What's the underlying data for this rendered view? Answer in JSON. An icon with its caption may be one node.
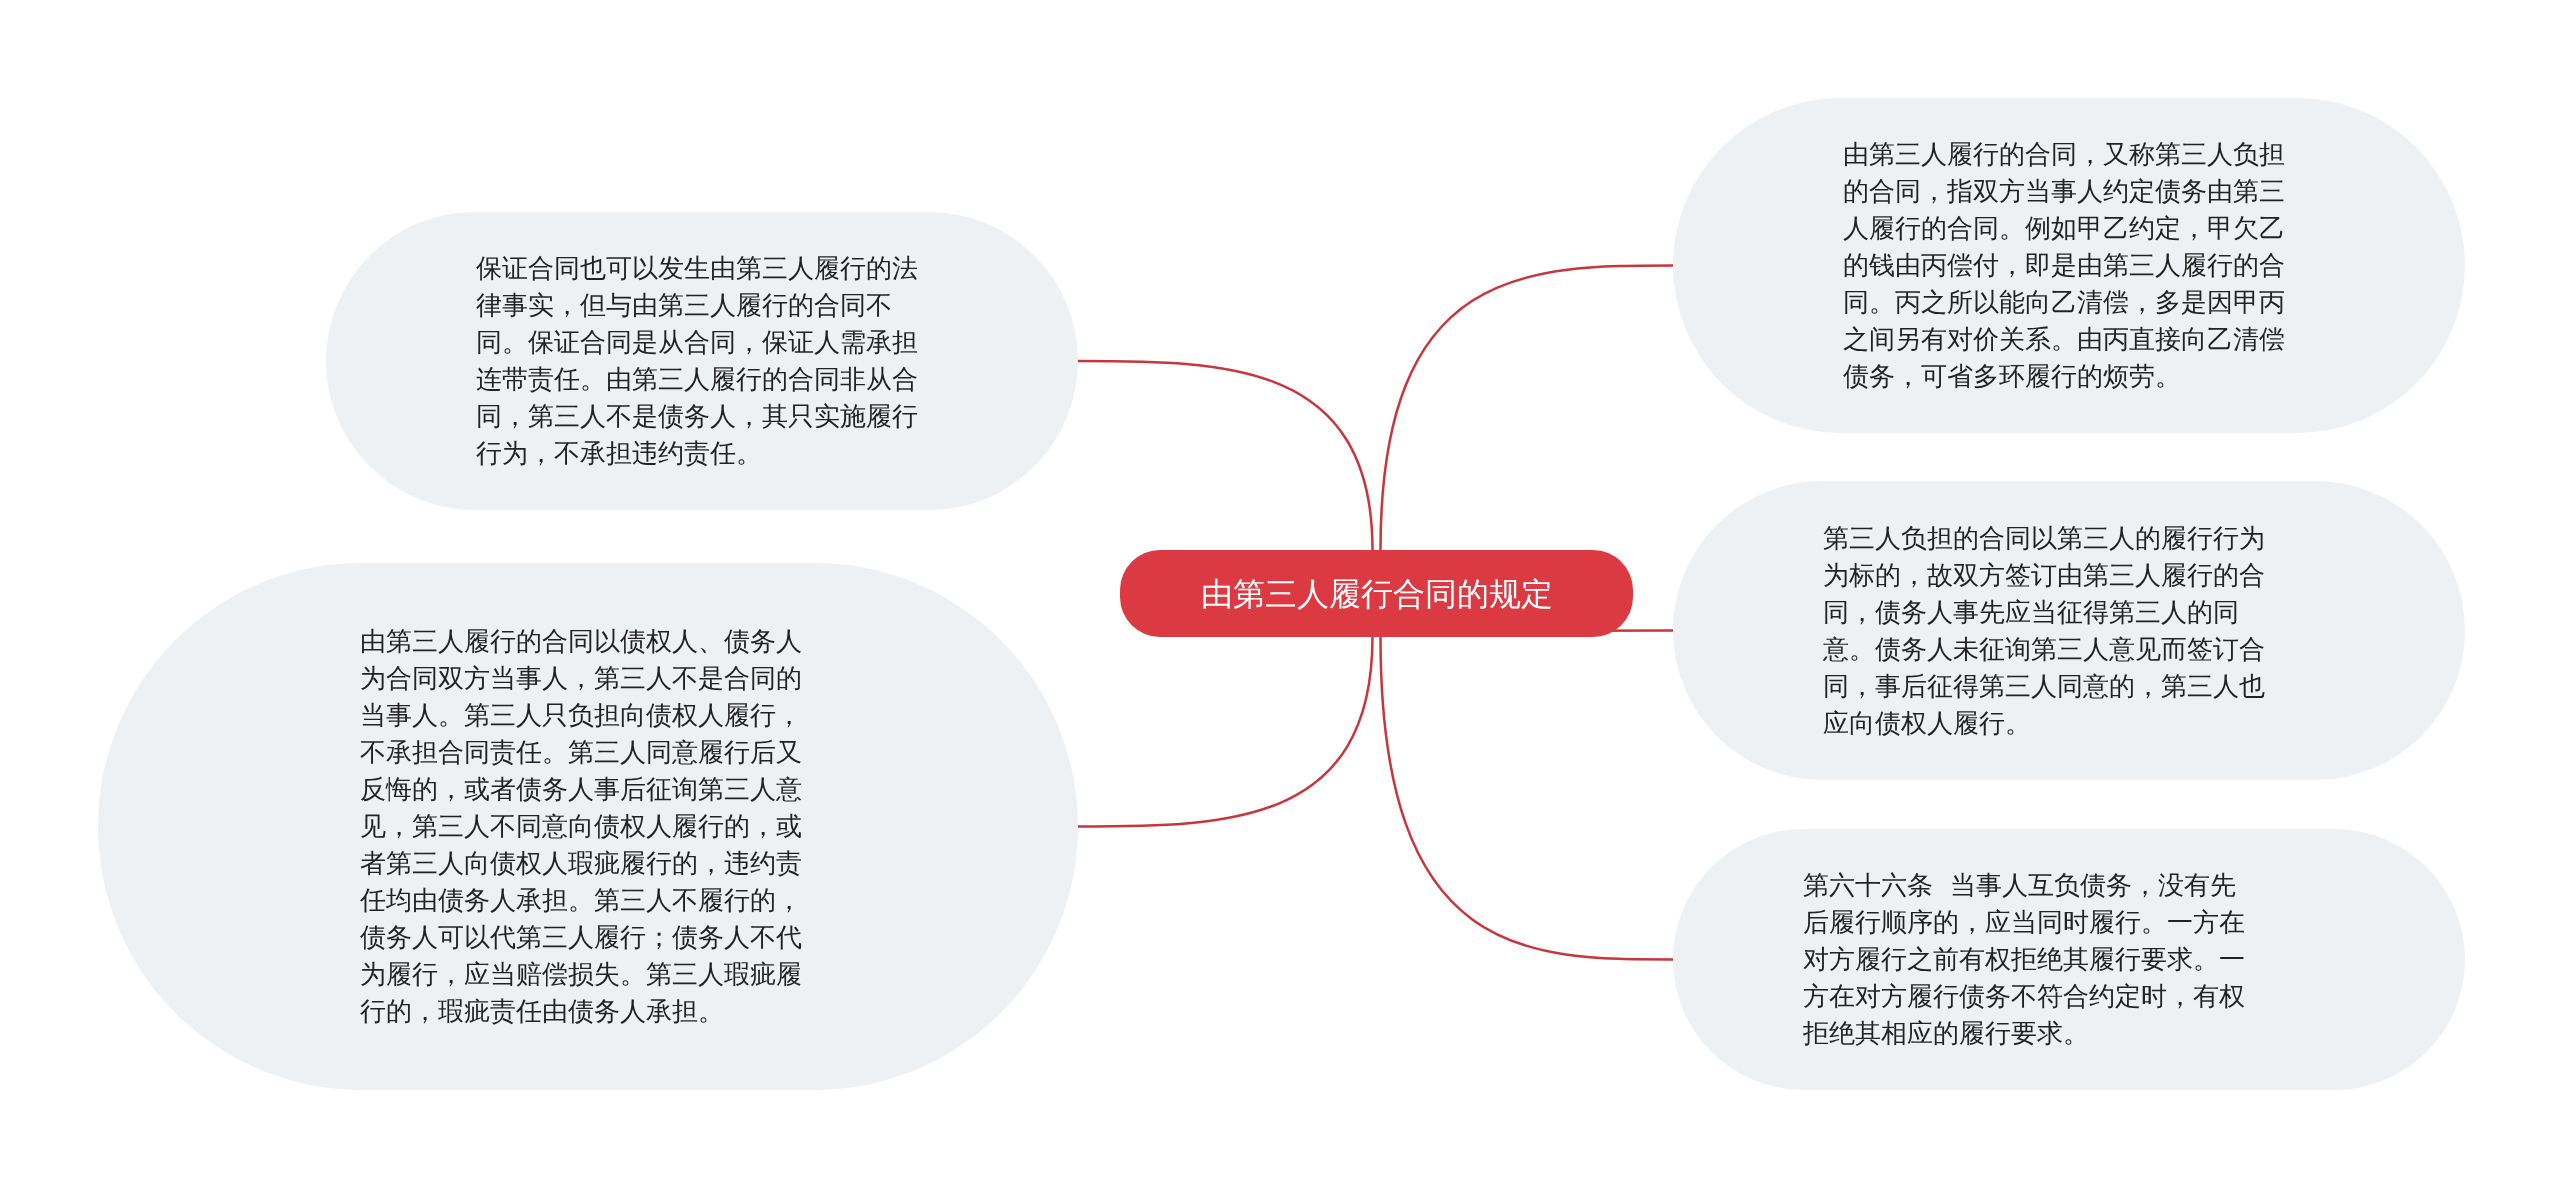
{
  "diagram": {
    "nodes": [
      {
        "text": [
          "由第三人履行合同的规定"
        ]
      },
      {
        "text": [
          "保证合同也可以发生由第三人履行的法律事实，但与由第三人履行的合同不同。保证合同是从合同，保证人需承担连带责任。由第三人履行的合同非从合同，第三人不是债务人，其只实施履行行为，不承担违约责任。"
        ]
      },
      {
        "text": [
          "由第三人履行的合同以债权人、债务人为合同双方当事人，第三人不是合同的当事人。第三人只负担向债权人履行，不承担合同责任。第三人同意履行后又反悔的，或者债务人事后征询第三人意见，第三人不同意向债权人履行的，或者第三人向债权人瑕疵履行的，违约责任均由债务人承担。第三人不履行的，债务人可以代第三人履行；债务人不代为履行，应当赔偿损失。第三人瑕疵履行的，瑕疵责任由债务人承担。"
        ]
      },
      {
        "text": [
          "由第三人履行的合同，又称第三人负担的合同，指双方当事人约定债务由第三人履行的合同。例如甲乙约定，甲欠乙的钱由丙偿付，即是由第三人履行的合同。丙之所以能向乙清偿，多是因甲丙之间另有对价关系。由丙直接向乙清偿债务，可省多环履行的烦劳。"
        ]
      },
      {
        "text": [
          "第三人负担的合同以第三人的履行行为为标的，故双方签订由第三人履行的合同，债务人事先应当征得第三人的同意。债务人未征询第三人意见而签订合同，事后征得第三人同意的，第三人也应向债权人履行。"
        ]
      },
      {
        "text": [
          "第六十六条  当事人互负债务，没有先后履行顺序的，应当同时履行。一方在对方履行之前有权拒绝其履行要求。一方在对方履行债务不符合约定时，有权拒绝其相应的履行要求。"
        ]
      }
    ],
    "edges": [
      {
        "from": 0,
        "to": 1,
        "arrow": "none"
      },
      {
        "from": 0,
        "to": 2,
        "arrow": "none"
      },
      {
        "from": 0,
        "to": 3,
        "arrow": "none"
      },
      {
        "from": 0,
        "to": 4,
        "arrow": "none"
      },
      {
        "from": 0,
        "to": 5,
        "arrow": "none"
      }
    ]
  }
}
